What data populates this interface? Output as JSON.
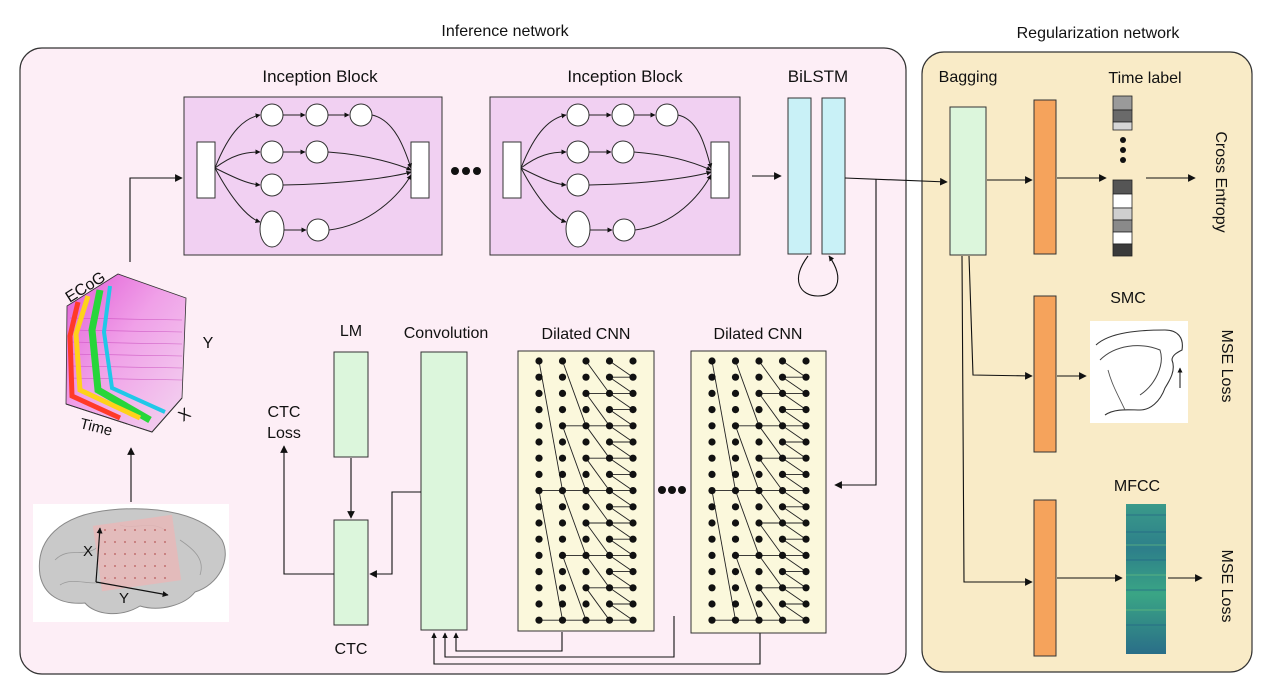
{
  "inference": {
    "title": "Inference network",
    "inception_label_1": "Inception Block",
    "inception_label_2": "Inception Block",
    "bilstm_label": "BiLSTM",
    "ecog_label": "ECoG",
    "time_label": "Time",
    "axis_x": "X",
    "axis_y": "Y",
    "lm_label": "LM",
    "convolution_label": "Convolution",
    "dilated_label_1": "Dilated CNN",
    "dilated_label_2": "Dilated CNN",
    "ctc_loss_line1": "CTC",
    "ctc_loss_line2": "Loss",
    "ctc_label": "CTC",
    "brain_axis_x": "X",
    "brain_axis_y": "Y"
  },
  "regularization": {
    "title": "Regularization network",
    "bagging_label": "Bagging",
    "time_label_title": "Time label",
    "cross_entropy": "Cross Entropy",
    "smc_label": "SMC",
    "mse_loss_1": "MSE Loss",
    "mfcc_label": "MFCC",
    "mse_loss_2": "MSE Loss"
  },
  "colors": {
    "inference_bg": "#fdeef6",
    "regularization_bg": "#f9ebc7",
    "inception_bg": "#f1d0f2",
    "bilstm": "#c9f1f7",
    "green_box": "#dcf6dc",
    "dilated_bg": "#fbf8dc",
    "orange": "#f5a35c"
  }
}
